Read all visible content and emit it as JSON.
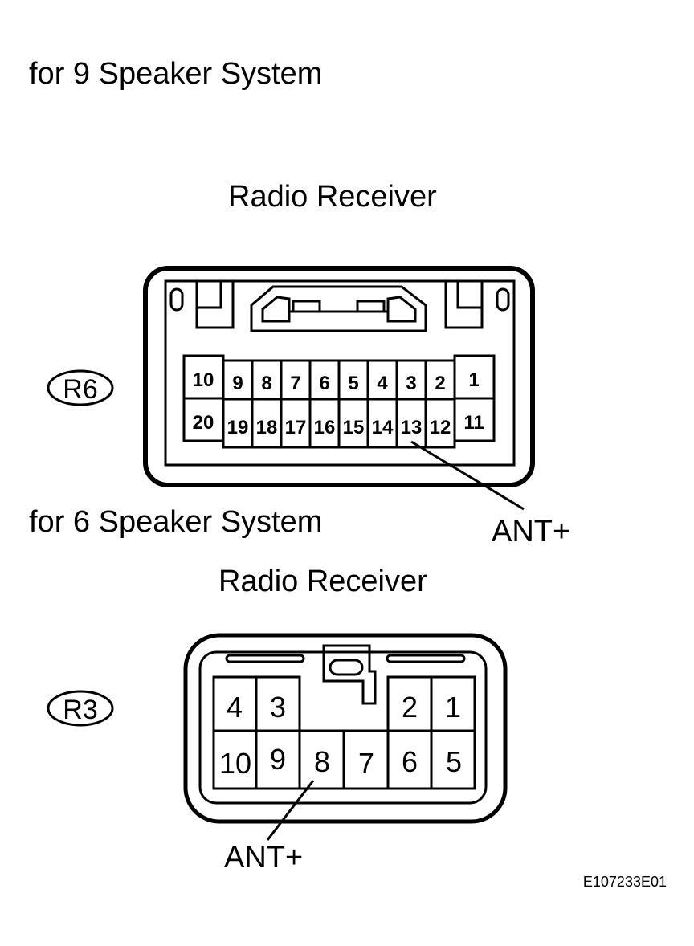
{
  "section_9": {
    "title": "for 9 Speaker System",
    "component": "Radio Receiver",
    "connector_id": "R6",
    "pins_top": [
      "10",
      "9",
      "8",
      "7",
      "6",
      "5",
      "4",
      "3",
      "2",
      "1"
    ],
    "pins_bottom": [
      "20",
      "19",
      "18",
      "17",
      "16",
      "15",
      "14",
      "13",
      "12",
      "11"
    ],
    "callout": "ANT+",
    "callout_pin": "13"
  },
  "section_6": {
    "title": "for 6 Speaker System",
    "component": "Radio Receiver",
    "connector_id": "R3",
    "pins_top": [
      "4",
      "3",
      "2",
      "1"
    ],
    "pins_bottom": [
      "10",
      "9",
      "8",
      "7",
      "6",
      "5"
    ],
    "callout": "ANT+",
    "callout_pin": "8"
  },
  "figure_id": "E107233E01"
}
